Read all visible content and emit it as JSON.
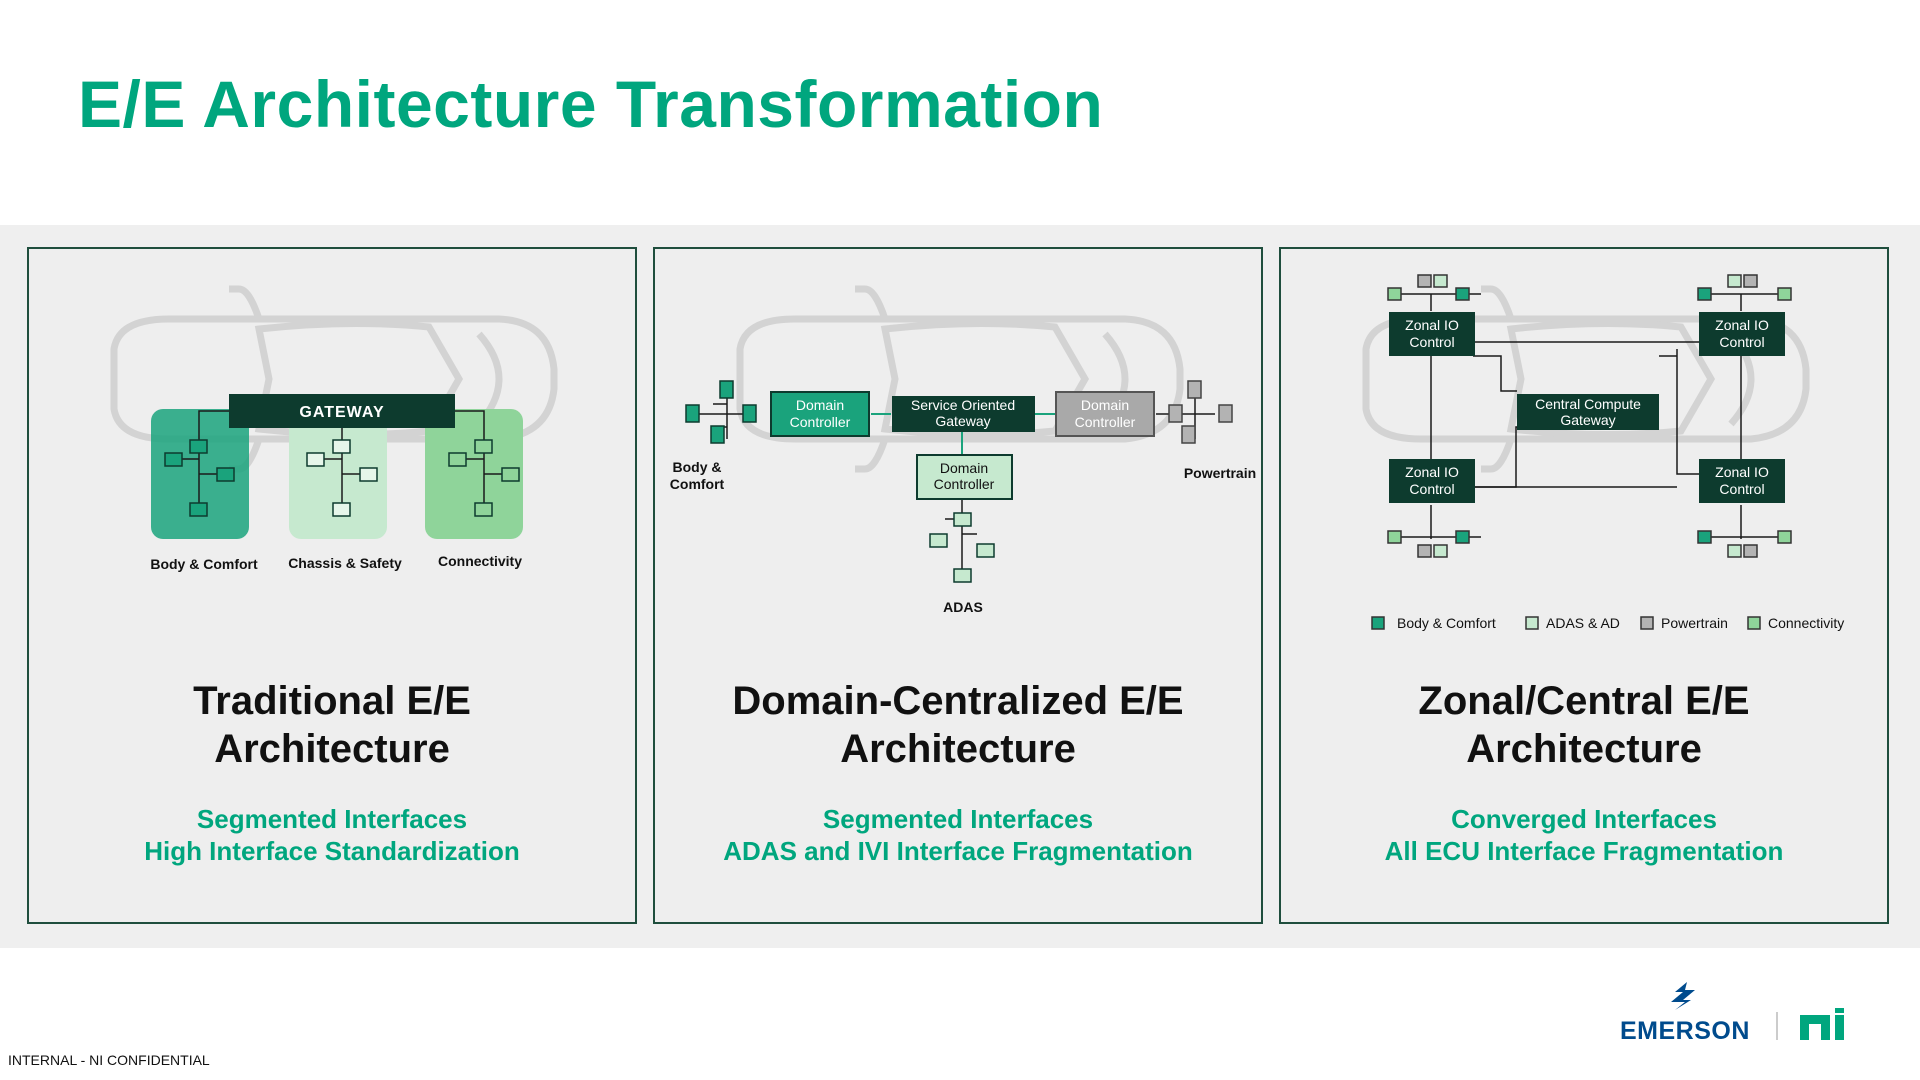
{
  "slide": {
    "title": "E/E Architecture Transformation",
    "footer": "INTERNAL - NI CONFIDENTIAL"
  },
  "colors": {
    "accent": "#00a67e",
    "dark_green": "#0d3b2e",
    "body_comfort": "#1aa37c",
    "adas": "#c6e9cf",
    "powertrain": "#b3b3b3",
    "connectivity": "#8fd49a"
  },
  "panels": [
    {
      "title_line1": "Traditional E/E",
      "title_line2": "Architecture",
      "sub_line1": "Segmented Interfaces",
      "sub_line2": "High Interface Standardization",
      "gateway_label": "GATEWAY",
      "domain_labels": [
        "Body & Comfort",
        "Chassis & Safety",
        "Connectivity"
      ]
    },
    {
      "title_line1": "Domain-Centralized E/E",
      "title_line2": "Architecture",
      "sub_line1": "Segmented Interfaces",
      "sub_line2": "ADAS and IVI Interface Fragmentation",
      "left_domain_line1": "Domain",
      "left_domain_line2": "Controller",
      "soa_line1": "Service Oriented",
      "soa_line2": "Gateway",
      "right_domain_line1": "Domain",
      "right_domain_line2": "Controller",
      "bottom_domain_line1": "Domain",
      "bottom_domain_line2": "Controller",
      "body_label_line1": "Body &",
      "body_label_line2": "Comfort",
      "powertrain_label": "Powertrain",
      "adas_label": "ADAS"
    },
    {
      "title_line1": "Zonal/Central E/E",
      "title_line2": "Architecture",
      "sub_line1": "Converged Interfaces",
      "sub_line2": "All ECU Interface Fragmentation",
      "zonal_line1": "Zonal IO",
      "zonal_line2": "Control",
      "central_line1": "Central Compute",
      "central_line2": "Gateway",
      "legend": [
        "Body & Comfort",
        "ADAS & AD",
        "Powertrain",
        "Connectivity"
      ]
    }
  ],
  "logos": {
    "emerson": "EMERSON",
    "ni_icon": "ni-logo-icon",
    "emerson_icon": "emerson-logo-icon"
  }
}
